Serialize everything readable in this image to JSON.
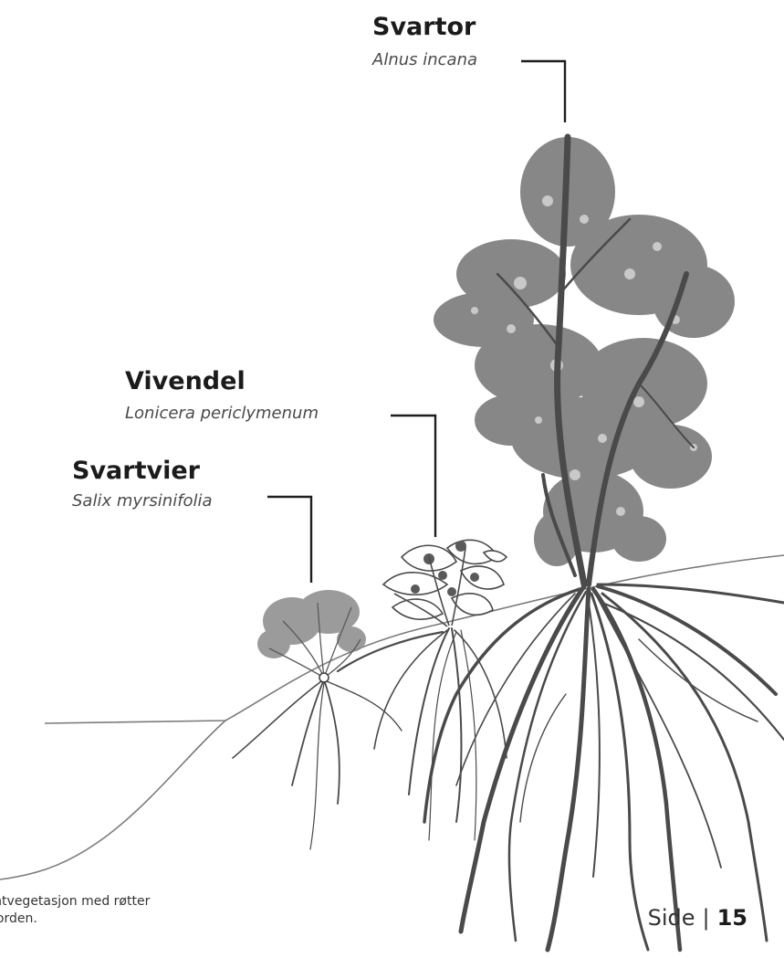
{
  "labels": {
    "svartor": {
      "common_name": "Svartor",
      "latin_name": "Alnus incana"
    },
    "vivendel": {
      "common_name": "Vivendel",
      "latin_name": "Lonicera periclymenum"
    },
    "svartvier": {
      "common_name": "Svartvier",
      "latin_name": "Salix myrsinifolia"
    }
  },
  "caption": {
    "line1": "v kantvegetasjon med røtter",
    "line2": "jorden."
  },
  "footer": {
    "page_label": "Side",
    "separator": "|",
    "page_number": "15"
  }
}
